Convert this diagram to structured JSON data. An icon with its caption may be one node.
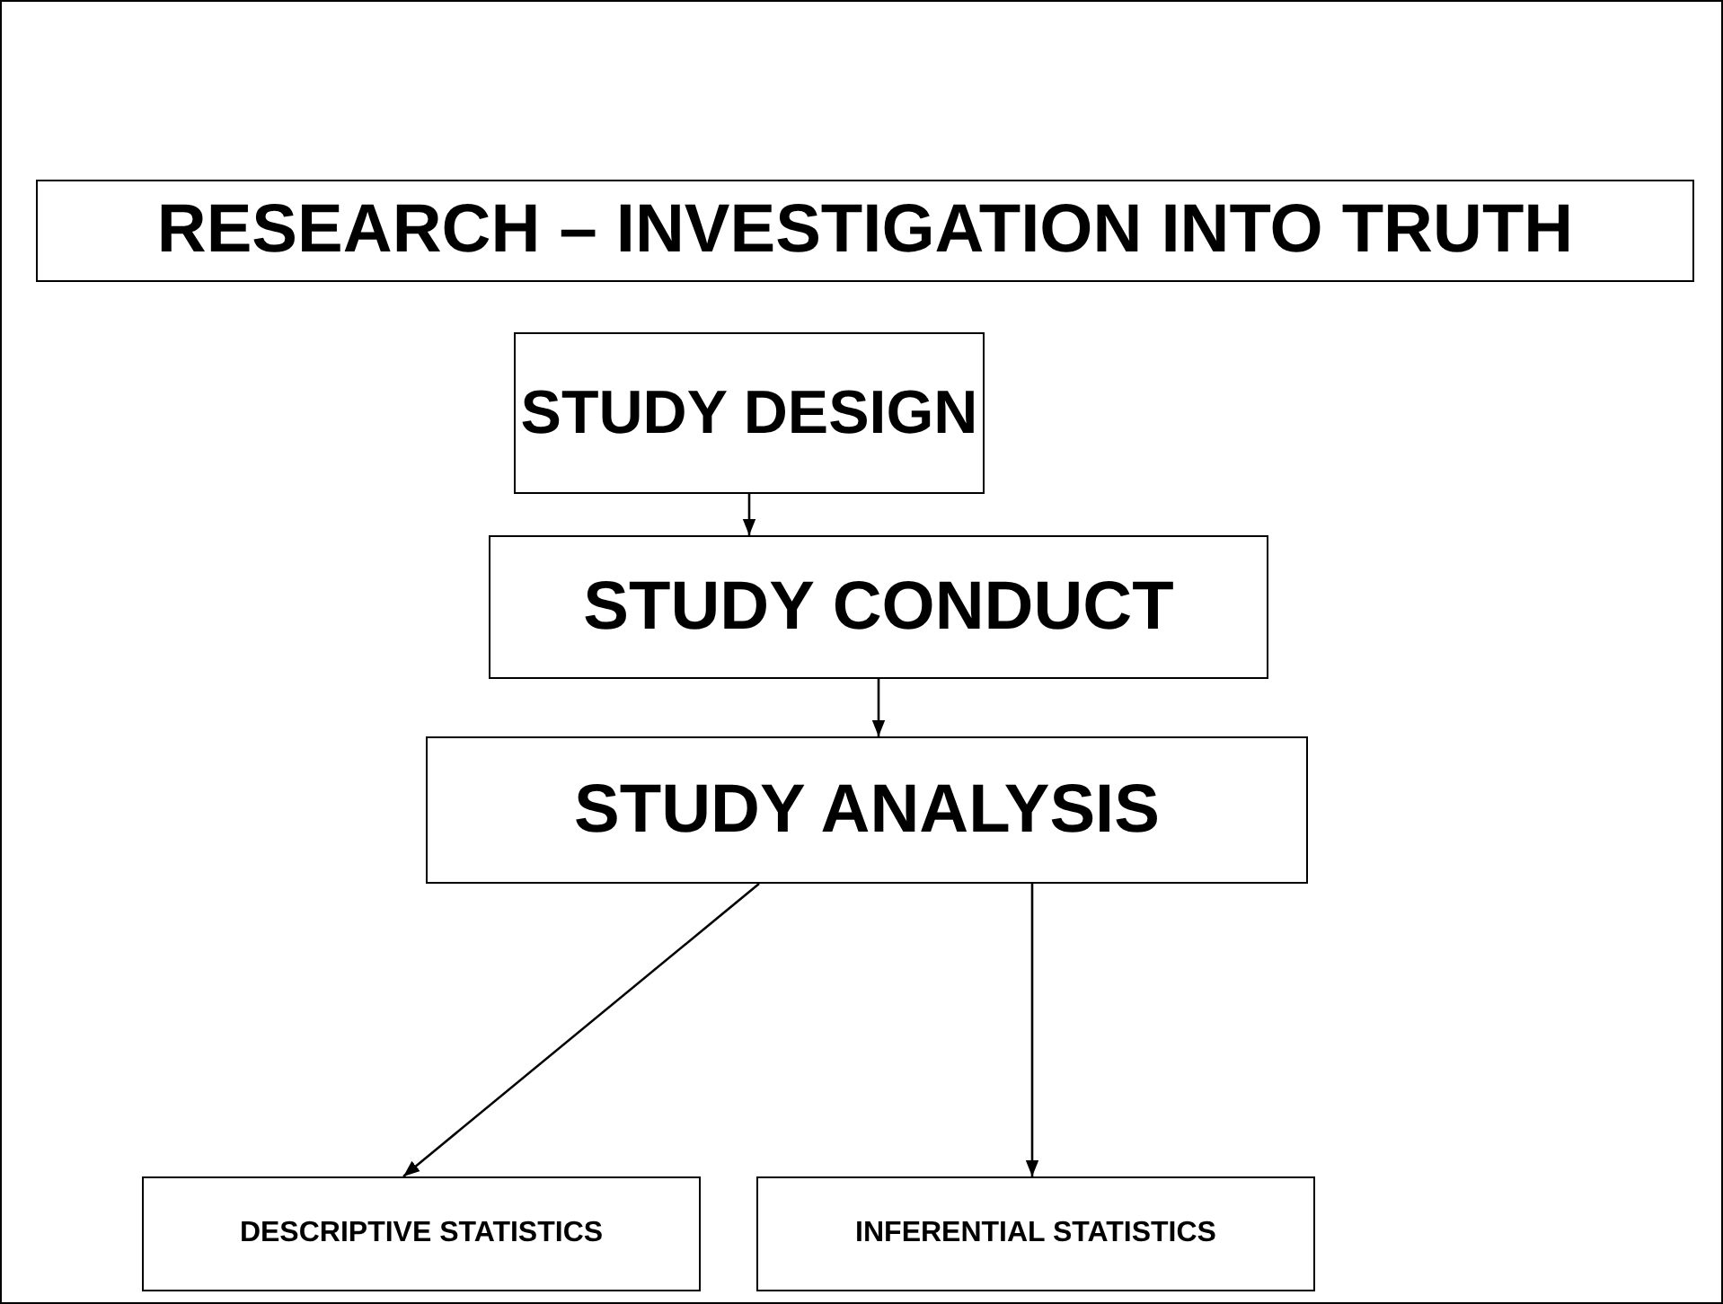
{
  "diagram": {
    "nodes": [
      {
        "text": [
          "RESEARCH – INVESTIGATION INTO TRUTH"
        ]
      },
      {
        "text": [
          "STUDY DESIGN"
        ]
      },
      {
        "text": [
          "STUDY CONDUCT"
        ]
      },
      {
        "text": [
          "STUDY ANALYSIS"
        ]
      },
      {
        "text": [
          "DESCRIPTIVE STATISTICS"
        ]
      },
      {
        "text": [
          "INFERENTIAL STATISTICS"
        ]
      }
    ],
    "edges": [
      {
        "from": 1,
        "to": 2,
        "arrow": "to"
      },
      {
        "from": 2,
        "to": 3,
        "arrow": "to"
      },
      {
        "from": 3,
        "to": 4,
        "arrow": "to"
      },
      {
        "from": 3,
        "to": 5,
        "arrow": "to"
      }
    ]
  }
}
